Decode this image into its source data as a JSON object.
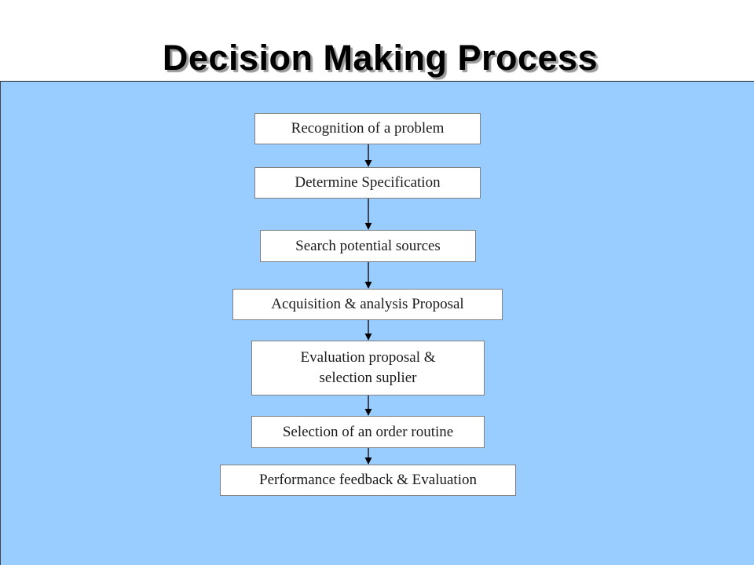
{
  "title": "Decision Making Process",
  "colors": {
    "panel_background": "#99ccff",
    "box_background": "#ffffff",
    "box_border": "#7f7f7f",
    "arrow": "#000000"
  },
  "flow": {
    "steps": [
      {
        "label": "Recognition of a problem"
      },
      {
        "label": "Determine Specification"
      },
      {
        "label": "Search potential sources"
      },
      {
        "label": "Acquisition & analysis Proposal"
      },
      {
        "label": "Evaluation proposal & selection suplier"
      },
      {
        "label": "Selection of an order routine"
      },
      {
        "label": "Performance feedback & Evaluation"
      }
    ]
  }
}
